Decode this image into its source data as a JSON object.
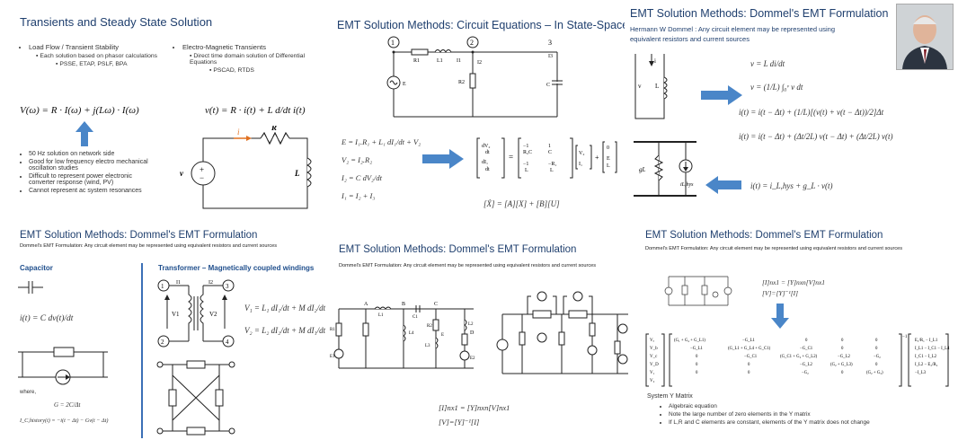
{
  "panels": {
    "p1": {
      "title": "Transients and Steady State Solution",
      "left_heading": "Load Flow / Transient Stability",
      "left_sub": "Each solution based on phasor calculations",
      "left_tools": "PSSE, ETAP, PSLF, BPA",
      "right_heading": "Electro-Magnetic Transients",
      "right_sub": "Direct time domain solution of Differential Equations",
      "right_tools": "PSCAD, RTDS",
      "eq_left": "V(ω) = R · I(ω) + j(Lω) · I(ω)",
      "eq_right": "v(t) = R · i(t) + L d/dt i(t)",
      "bullets": [
        "50 Hz solution on network side",
        "Good for low frequency electro mechanical oscillation studies",
        "Difficult to represent power electronic converter response (wind, PV)",
        "Cannot represent ac system resonances"
      ],
      "circuit_labels": {
        "v": "v",
        "i": "i",
        "r": "R",
        "l": "L"
      }
    },
    "p2": {
      "title": "EMT Solution Methods: Circuit Equations – In State-Space form",
      "node_labels": [
        "1",
        "2",
        "3"
      ],
      "element_labels": [
        "R1",
        "L1",
        "I1",
        "I2",
        "I3",
        "R2",
        "C",
        "E"
      ],
      "equations": [
        "E = I₁.R₁ + L₁ dI₁/dt + V₂",
        "V₂ = I₂.R₂",
        "I₂ = C dV₂/dt",
        "I₁ = I₂ + I₃"
      ],
      "matrix_eq": "[Ẋ] = [A][X] + [B][U]"
    },
    "p3": {
      "title": "EMT Solution Methods: Dommel's EMT Formulation",
      "subtitle_line1": "Hermann W Dommel : Any circuit element may be represented using",
      "subtitle_line2": "equivalent resistors and current sources",
      "equations": [
        "v = L di/dt",
        "v = (1/L) ∫₀ᵛ v dt",
        "i(t) = i(t − Δt) + (1/L)[(v(t) + v(t − Δt))/2]Δt",
        "i(t) = i(t − Δt) + (Δt/2L) v(t − Δt) + (Δt/2L) v(t)",
        "i(t) = i_L,hys + g_L · v(t)"
      ],
      "labels": {
        "i": "i",
        "v": "v",
        "l": "L",
        "g": "gL",
        "hys": "iL,hys"
      }
    },
    "p4": {
      "title": "EMT Solution Methods: Dommel's EMT Formulation",
      "subtitle": "Dommel's EMT Formulation: Any circuit element may be represented using equivalent resistors and current sources",
      "capacitor_heading": "Capacitor",
      "transformer_heading": "Transformer – Magnetically coupled windings",
      "cap_eq": "i(t) = C dv(t)/dt",
      "where": "where,",
      "g_eq": "G = 2C/Δt",
      "hist_eq": "I_C,history(t) = −i(t − Δt) − Gv(t − Δt)",
      "tr_eq1": "V₁ = L₁ dI₁/dt + M dI₂/dt",
      "tr_eq2": "V₂ = L₂ dI₂/dt + M dI₁/dt",
      "tr_labels": [
        "V1",
        "V2",
        "I1",
        "I2",
        "1",
        "2",
        "3",
        "4"
      ]
    },
    "p5": {
      "title": "EMT Solution Methods: Dommel's EMT Formulation",
      "subtitle": "Dommel's EMT Formulation: Any circuit element may be represented using equivalent resistors and current sources",
      "node_labels": [
        "A",
        "B",
        "C",
        "D"
      ],
      "element_labels": [
        "R1",
        "L1",
        "C1",
        "R2",
        "L2",
        "L3",
        "L4",
        "E",
        "E1",
        "E2"
      ],
      "eq1": "[I]nx1 = [Y]nxn[V]nx1",
      "eq2": "[V]=[Y]⁻¹[I]"
    },
    "p6": {
      "title": "EMT Solution Methods: Dommel's EMT Formulation",
      "subtitle": "Dommel's EMT Formulation: Any circuit element may be represented using equivalent resistors and current sources",
      "eq1": "[I]nx1 = [Y]nxn[V]nx1",
      "eq2": "[V]=[Y]⁻¹[I]",
      "matrix_label": "System Y Matrix",
      "bullets": [
        "Algebraic equation",
        "Note the large number of zero elements in the Y matrix",
        "If L,R and C elements are constant, elements of the Y matrix does not change"
      ]
    }
  },
  "colors": {
    "title": "#1f3f6e",
    "arrow": "#4a86c8",
    "text": "#222222",
    "divider": "#3b6fb6"
  }
}
